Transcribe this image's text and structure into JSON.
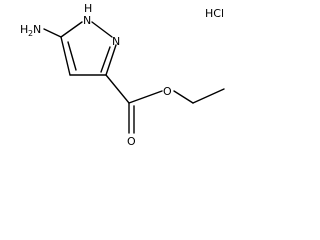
{
  "structure": {
    "labels": {
      "amine_n": "H",
      "amine_n_sub": "2",
      "amine_n_tail": "N",
      "ring_nh": "H",
      "ring_n1": "N",
      "ring_n2": "N",
      "ester_o_carbonyl": "O",
      "ester_o_ether": "O",
      "salt": "HCl"
    }
  }
}
